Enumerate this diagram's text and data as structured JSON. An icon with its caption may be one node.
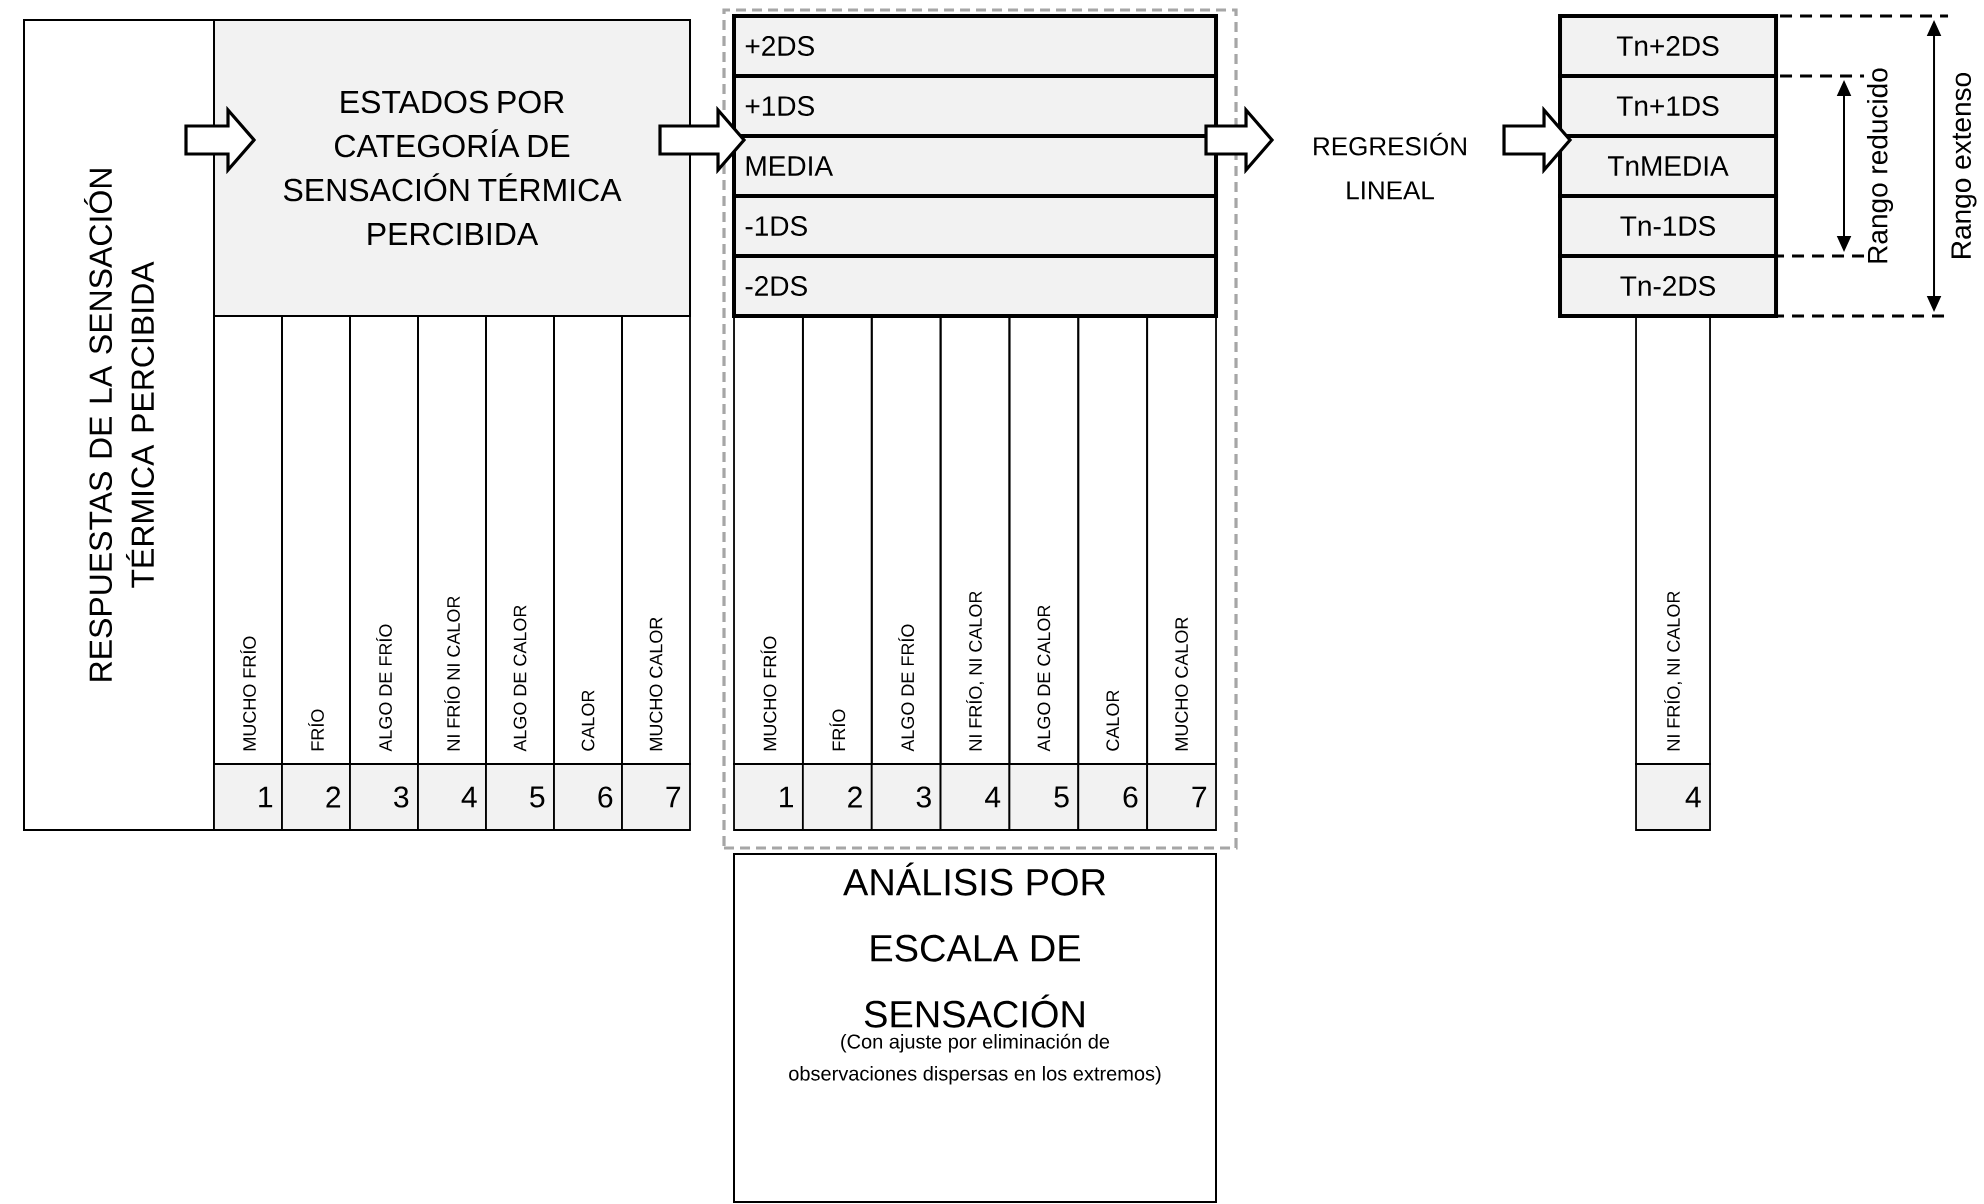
{
  "diagram": {
    "nodes": [
      {
        "text": [
          "RESPUESTAS DE LA SENSACIÓN TÉRMICA PERCIBIDA"
        ]
      },
      {
        "text": [
          "ESTADOS POR CATEGORÍA DE SENSACIÓN TÉRMICA PERCIBIDA"
        ]
      },
      {
        "text": [
          "MUCHO FRÍO"
        ]
      },
      {
        "text": [
          "FRÍO"
        ]
      },
      {
        "text": [
          "ALGO DE FRÍO"
        ]
      },
      {
        "text": [
          "NI FRÍO NI CALOR"
        ]
      },
      {
        "text": [
          "ALGO DE CALOR"
        ]
      },
      {
        "text": [
          "CALOR"
        ]
      },
      {
        "text": [
          "MUCHO CALOR"
        ]
      },
      {
        "text": [
          "1"
        ]
      },
      {
        "text": [
          "2"
        ]
      },
      {
        "text": [
          "3"
        ]
      },
      {
        "text": [
          "4"
        ]
      },
      {
        "text": [
          "5"
        ]
      },
      {
        "text": [
          "6"
        ]
      },
      {
        "text": [
          "7"
        ]
      },
      {
        "text": [],
        "shape": "box"
      },
      {
        "text": [
          "+2DS"
        ],
        "in": 16
      },
      {
        "text": [
          "+1DS"
        ],
        "in": 16
      },
      {
        "text": [
          "MEDIA"
        ],
        "in": 16
      },
      {
        "text": [
          "-1DS"
        ],
        "in": 16
      },
      {
        "text": [
          "-2DS"
        ],
        "in": 16
      },
      {
        "text": [
          "MUCHO FRÍO"
        ],
        "in": 16
      },
      {
        "text": [
          "FRÍO"
        ],
        "in": 16
      },
      {
        "text": [
          "ALGO DE FRÍO"
        ],
        "in": 16
      },
      {
        "text": [
          "NI FRÍO, NI CALOR"
        ],
        "in": 16
      },
      {
        "text": [
          "ALGO DE CALOR"
        ],
        "in": 16
      },
      {
        "text": [
          "CALOR"
        ],
        "in": 16
      },
      {
        "text": [
          "MUCHO CALOR"
        ],
        "in": 16
      },
      {
        "text": [
          "1"
        ],
        "in": 16
      },
      {
        "text": [
          "2"
        ],
        "in": 16
      },
      {
        "text": [
          "3"
        ],
        "in": 16
      },
      {
        "text": [
          "4"
        ],
        "in": 16
      },
      {
        "text": [
          "5"
        ],
        "in": 16
      },
      {
        "text": [
          "6"
        ],
        "in": 16
      },
      {
        "text": [
          "7"
        ],
        "in": 16
      },
      {
        "text": [
          "ANÁLISIS POR ESCALA DE SENSACIÓN",
          "(Con ajuste por eliminación de observaciones dispersas en los extremos)"
        ]
      },
      {
        "text": [
          "REGRESIÓN LINEAL"
        ]
      },
      {
        "text": [
          "Tn+2DS"
        ]
      },
      {
        "text": [
          "Tn+1DS"
        ]
      },
      {
        "text": [
          "TnMEDIA"
        ]
      },
      {
        "text": [
          "Tn-1DS"
        ]
      },
      {
        "text": [
          "Tn-2DS"
        ]
      },
      {
        "text": [
          "NI FRÍO, NI CALOR"
        ]
      },
      {
        "text": [
          "4"
        ]
      }
    ],
    "edges": [
      {
        "from": 0,
        "to": 1,
        "arrow": "to"
      },
      {
        "from": 1,
        "to": 16,
        "arrow": "to"
      },
      {
        "from": 16,
        "to": 37,
        "arrow": "to"
      },
      {
        "from": 37,
        "to": 40,
        "arrow": "to"
      }
    ],
    "labels": [
      "Rango reducido",
      "Rango extenso"
    ]
  }
}
